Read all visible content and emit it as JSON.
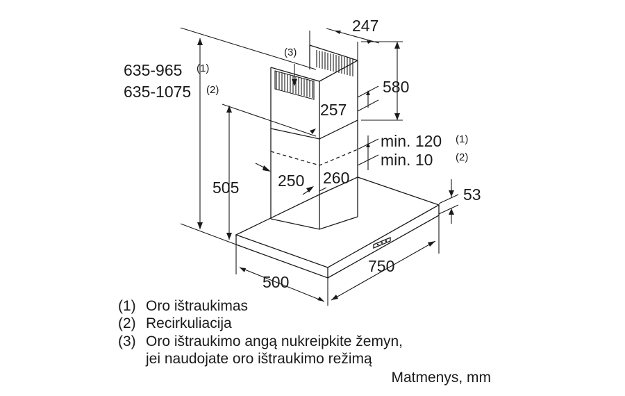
{
  "dimensions": {
    "chimney_top_depth": "247",
    "chimney_top_height": "580",
    "chimney_inner_width": "257",
    "total_height_extraction": "635-965",
    "total_height_extraction_ref": "(1)",
    "total_height_recirculation": "635-1075",
    "total_height_recirculation_ref": "(2)",
    "min_gap_extraction": "min. 120",
    "min_gap_extraction_ref": "(1)",
    "min_gap_recirculation": "min. 10",
    "min_gap_recirculation_ref": "(2)",
    "chimney_lower_height": "505",
    "chimney_lower_width": "250",
    "chimney_lower_depth": "260",
    "canopy_thickness": "53",
    "canopy_depth": "500",
    "canopy_width": "750",
    "vent_callout": "(3)"
  },
  "legend": [
    {
      "num": "(1)",
      "text": "Oro ištraukimas"
    },
    {
      "num": "(2)",
      "text": "Recirkuliacija"
    },
    {
      "num": "(3)",
      "text": "Oro ištraukimo angą nukreipkite žemyn,"
    },
    {
      "num": "",
      "text": "jei naudojate oro ištraukimo režimą"
    }
  ],
  "units_note": "Matmenys, mm"
}
